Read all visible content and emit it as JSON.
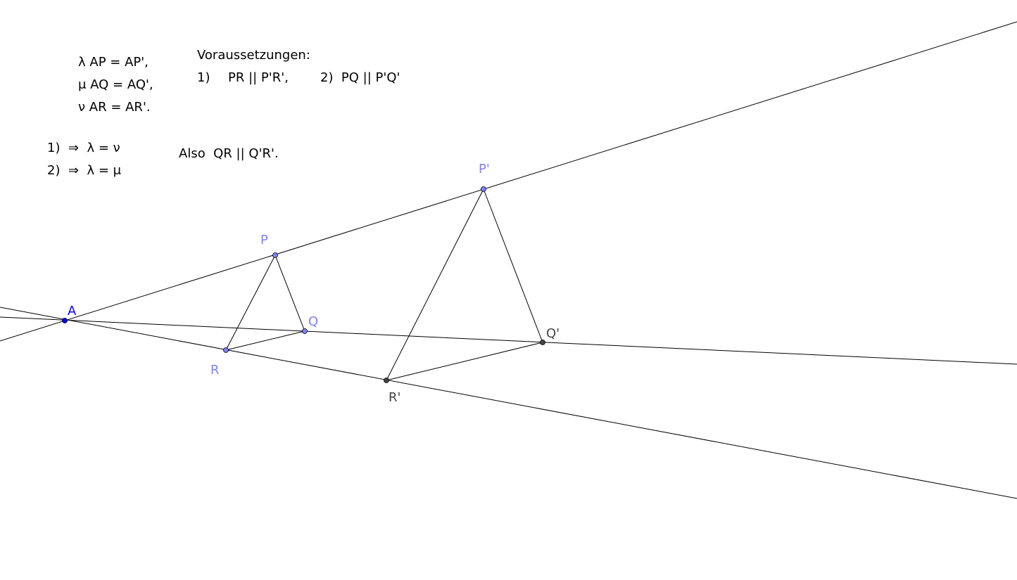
{
  "colors": {
    "line": "#000000",
    "free_point": "#7f7fff",
    "free_label": "#7f7fff",
    "vertex_point": "#0000ff",
    "vertex_label": "#0000ff",
    "dependent_point": "#444444",
    "dependent_label": "#444444"
  },
  "texts": {
    "ratio_lambda": "λ AP = AP',",
    "ratio_mu": "μ AQ = AQ',",
    "ratio_nu": "ν AR = AR'.",
    "premises_title": "Voraussetzungen:",
    "premise_1_num": "1)",
    "premise_1_text": "PR || P'R',",
    "premise_2_text": "2)  PQ || P'Q'",
    "implication_1": "1)  ⇒  λ = ν",
    "implication_2": "2)  ⇒  λ = μ",
    "conclusion": "Also  QR || Q'R'."
  },
  "points": {
    "A": {
      "label": "A"
    },
    "P": {
      "label": "P"
    },
    "Q": {
      "label": "Q"
    },
    "R": {
      "label": "R"
    },
    "P_prime": {
      "label": "P'"
    },
    "Q_prime": {
      "label": "Q'"
    },
    "R_prime": {
      "label": "R'"
    }
  }
}
